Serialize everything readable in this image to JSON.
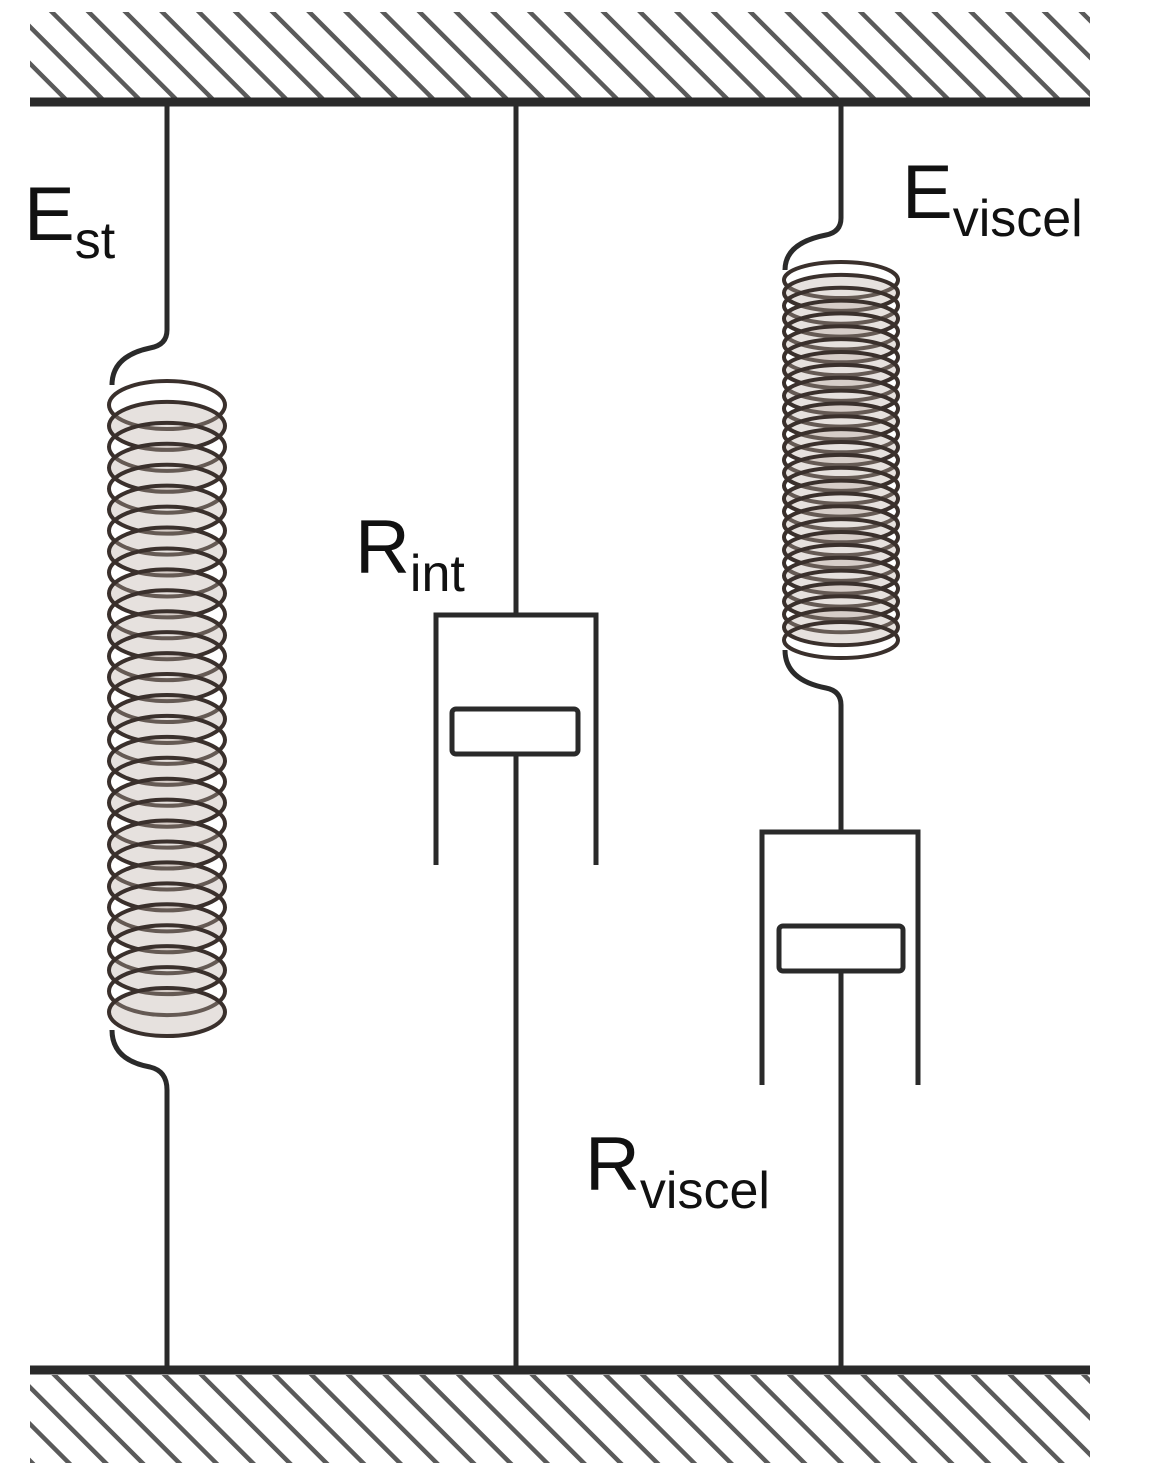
{
  "labels": {
    "e_st": {
      "main": "E",
      "sub": "st"
    },
    "r_int": {
      "main": "R",
      "sub": "int"
    },
    "e_viscel": {
      "main": "E",
      "sub": "viscel"
    },
    "r_viscel": {
      "main": "R",
      "sub": "viscel"
    }
  },
  "colors": {
    "line": "#2a2a2a",
    "coil": "#3a302c",
    "coil_fill": "#b8a8a0",
    "hatch": "#5a5a5a",
    "background": "#ffffff"
  }
}
